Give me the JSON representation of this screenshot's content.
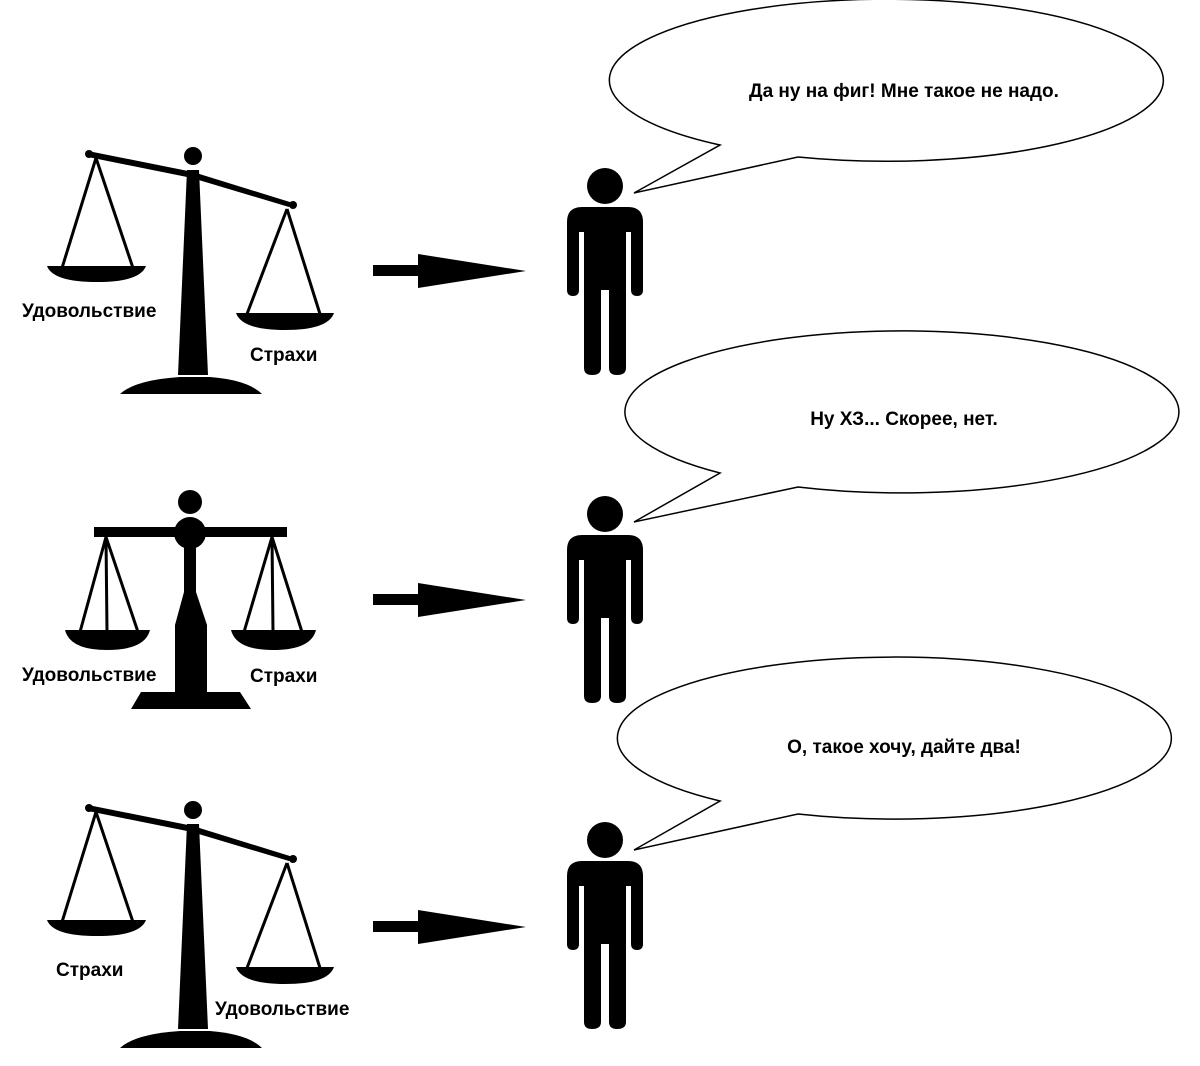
{
  "rows": [
    {
      "left_pan_label": "Удовольствие",
      "right_pan_label": "Страхи",
      "speech": "Да ну на фиг! Мне такое не надо."
    },
    {
      "left_pan_label": "Удовольствие",
      "right_pan_label": "Страхи",
      "speech": "Ну ХЗ... Скорее, нет."
    },
    {
      "left_pan_label": "Страхи",
      "right_pan_label": "Удовольствие",
      "speech": "О, такое хочу, дайте два!"
    }
  ],
  "icons": {
    "scale": "balance-scale-icon",
    "arrow": "right-arrow-icon",
    "person": "person-icon",
    "bubble": "speech-bubble-icon"
  },
  "colors": {
    "ink": "#000000",
    "background": "#ffffff"
  }
}
